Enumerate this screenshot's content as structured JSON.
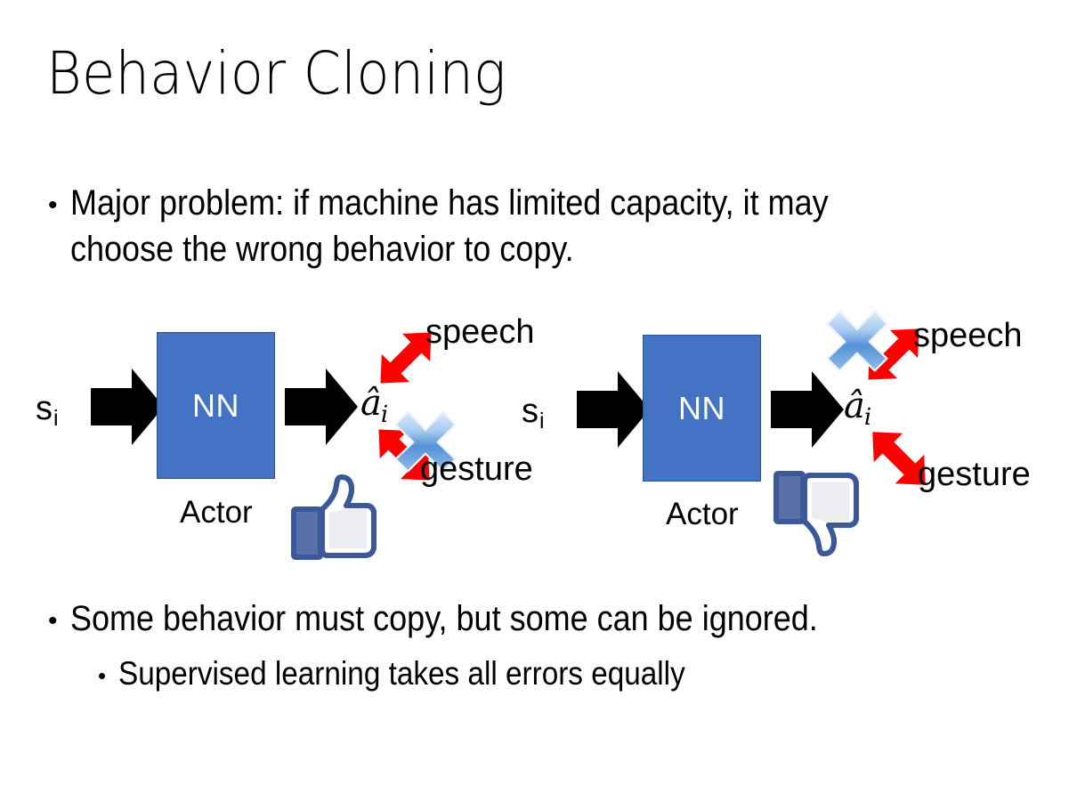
{
  "slide": {
    "title": "Behavior Cloning",
    "background_color": "#FFFFFF",
    "text_color": "#000000"
  },
  "bullets": [
    {
      "level": 1,
      "marker": "•",
      "text": "Major problem: if machine has limited capacity, it may choose the wrong behavior to copy."
    },
    {
      "level": 1,
      "marker": "•",
      "text": "Some behavior must copy, but some can be ignored."
    },
    {
      "level": 2,
      "marker": "•",
      "text": "Supervised learning takes all errors equally"
    }
  ],
  "diagrams": [
    {
      "id": "left",
      "state_label": "s",
      "state_subscript": "i",
      "nn_label": "NN",
      "nn_color": "#4472C4",
      "nn_border_color": "#2E5496",
      "actor_label": "Actor",
      "action_label": "â",
      "action_subscript": "i",
      "outputs": [
        {
          "label": "speech",
          "crossed": false
        },
        {
          "label": "gesture",
          "crossed": true
        }
      ],
      "arrow_color": "#FF0000",
      "feedback_icon": "thumbs-up-icon",
      "feedback_color": "#3B5998"
    },
    {
      "id": "right",
      "state_label": "s",
      "state_subscript": "i",
      "nn_label": "NN",
      "nn_color": "#4472C4",
      "nn_border_color": "#2E5496",
      "actor_label": "Actor",
      "action_label": "â",
      "action_subscript": "i",
      "outputs": [
        {
          "label": "speech",
          "crossed": true
        },
        {
          "label": "gesture",
          "crossed": false
        }
      ],
      "arrow_color": "#FF0000",
      "feedback_icon": "thumbs-down-icon",
      "feedback_color": "#3B5998"
    }
  ]
}
